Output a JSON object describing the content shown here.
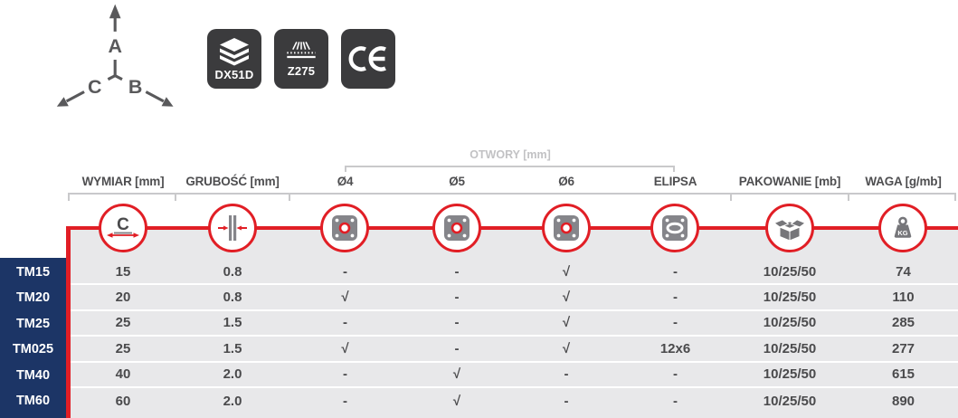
{
  "diagram": {
    "axis_a": "A",
    "axis_b": "B",
    "axis_c": "C"
  },
  "badges": [
    {
      "label": "DX51D",
      "icon": "layers-icon"
    },
    {
      "label": "Z275",
      "icon": "zinc-coating-icon"
    },
    {
      "label": "CE",
      "icon": "ce-mark-icon"
    }
  ],
  "table": {
    "group_header": "OTWORY [mm]",
    "columns": [
      "WYMIAR [mm]",
      "GRUBOŚĆ [mm]",
      "Ø4",
      "Ø5",
      "Ø6",
      "ELIPSA",
      "PAKOWANIE [mb]",
      "WAGA [g/mb]"
    ],
    "icon_labels": {
      "dimension": "C",
      "weight": "KG"
    },
    "icons": [
      "dimension-c-icon",
      "thickness-icon",
      "hole-icon",
      "hole-icon",
      "hole-icon",
      "ellipse-hole-icon",
      "package-icon",
      "weight-icon"
    ],
    "rows": [
      {
        "name": "TM15",
        "cells": [
          "15",
          "0.8",
          "-",
          "-",
          "√",
          "-",
          "10/25/50",
          "74"
        ]
      },
      {
        "name": "TM20",
        "cells": [
          "20",
          "0.8",
          "√",
          "-",
          "√",
          "-",
          "10/25/50",
          "110"
        ]
      },
      {
        "name": "TM25",
        "cells": [
          "25",
          "1.5",
          "-",
          "-",
          "√",
          "-",
          "10/25/50",
          "285"
        ]
      },
      {
        "name": "TM025",
        "cells": [
          "25",
          "1.5",
          "√",
          "-",
          "√",
          "12x6",
          "10/25/50",
          "277"
        ]
      },
      {
        "name": "TM40",
        "cells": [
          "40",
          "2.0",
          "-",
          "√",
          "-",
          "-",
          "10/25/50",
          "615"
        ]
      },
      {
        "name": "TM60",
        "cells": [
          "60",
          "2.0",
          "-",
          "√",
          "-",
          "-",
          "10/25/50",
          "890"
        ]
      }
    ]
  },
  "colors": {
    "accent_red": "#e11e25",
    "navy": "#1c3566",
    "body_gray": "#e8e8ea",
    "badge_dark": "#3b3b3d",
    "icon_gray": "#85858a",
    "text_gray": "#4a4a4c",
    "light_gray": "#c9c9cb"
  }
}
